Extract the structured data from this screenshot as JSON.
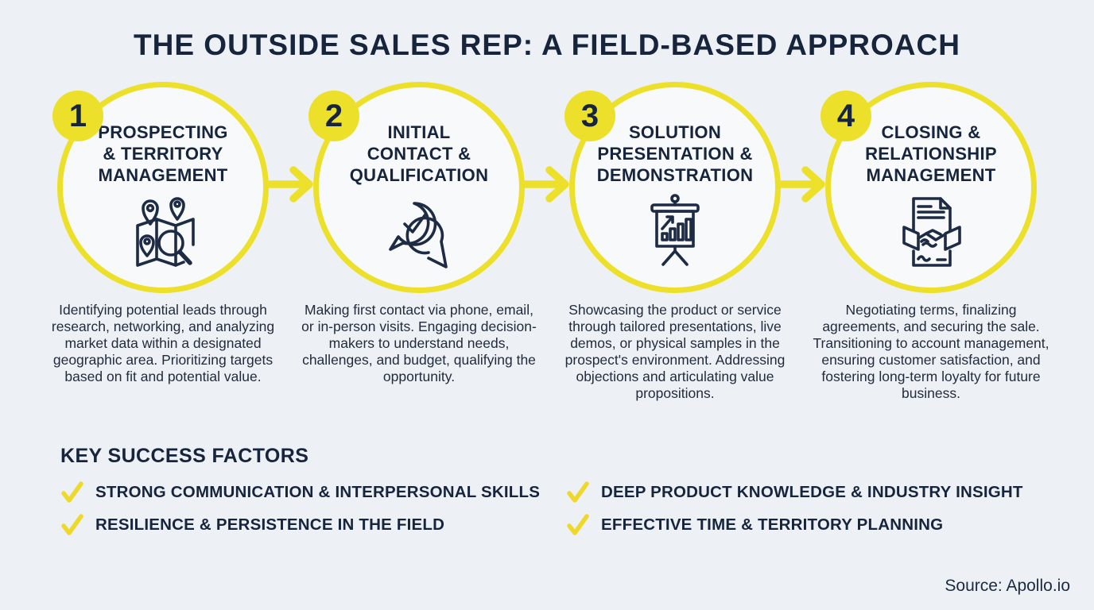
{
  "page": {
    "background_color": "#edf0f5",
    "accent_yellow": "#ede02a",
    "navy": "#16243c"
  },
  "title": "THE OUTSIDE SALES REP: A FIELD-BASED APPROACH",
  "steps": [
    {
      "number": "1",
      "title": "PROSPECTING\n& TERRITORY\nMANAGEMENT",
      "icon": "map-search-icon",
      "description": "Identifying potential leads through research, networking, and analyzing market data within a designated geographic area. Prioritizing targets based on fit and potential value."
    },
    {
      "number": "2",
      "title": "INITIAL\nCONTACT &\nQUALIFICATION",
      "icon": "chat-check-icon",
      "description": "Making first contact via phone, email, or in-person visits. Engaging decision-makers to understand needs, challenges, and budget, qualifying the opportunity."
    },
    {
      "number": "3",
      "title": "SOLUTION\nPRESENTATION &\nDEMONSTRATION",
      "icon": "presentation-chart-icon",
      "description": "Showcasing the product or service through tailored presentations, live demos, or physical samples in the prospect's environment. Addressing objections and articulating value propositions."
    },
    {
      "number": "4",
      "title": "CLOSING &\nRELATIONSHIP\nMANAGEMENT",
      "icon": "handshake-contract-icon",
      "description": "Negotiating terms, finalizing agreements, and securing the sale. Transitioning to account management, ensuring customer satisfaction, and fostering long-term loyalty for future business."
    }
  ],
  "key_success_factors": {
    "heading": "KEY SUCCESS FACTORS",
    "items": [
      "STRONG COMMUNICATION & INTERPERSONAL SKILLS",
      "DEEP PRODUCT KNOWLEDGE & INDUSTRY INSIGHT",
      "RESILIENCE & PERSISTENCE IN THE FIELD",
      "EFFECTIVE TIME & TERRITORY PLANNING"
    ]
  },
  "source": "Source: Apollo.io"
}
